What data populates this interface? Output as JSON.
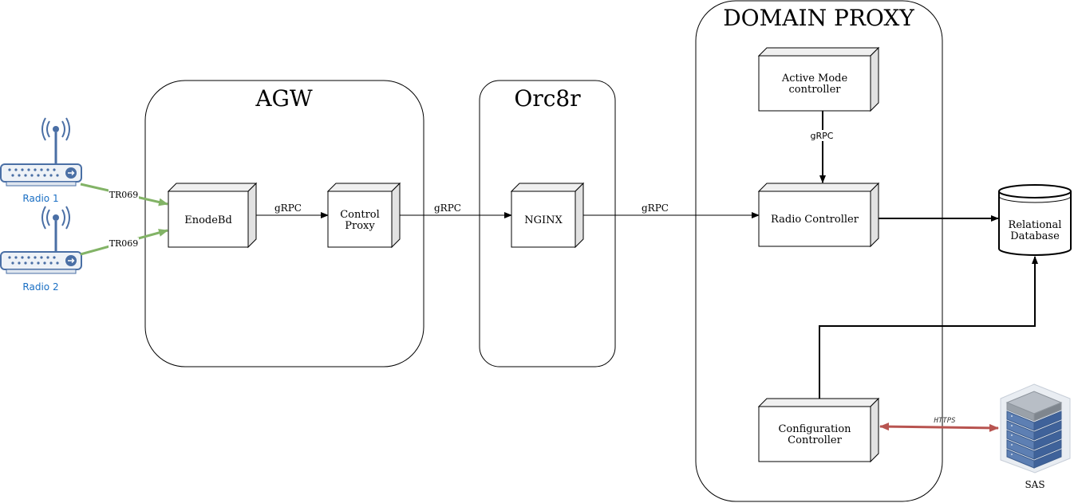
{
  "containers": {
    "agw": {
      "title": "AGW"
    },
    "orc8r": {
      "title": "Orc8r"
    },
    "domain_proxy": {
      "title": "DOMAIN PROXY"
    }
  },
  "components": {
    "enodebd": {
      "label": "EnodeBd"
    },
    "control_proxy": {
      "line1": "Control",
      "line2": "Proxy"
    },
    "nginx": {
      "label": "NGINX"
    },
    "active_mode": {
      "line1": "Active Mode",
      "line2": "controller"
    },
    "radio_controller": {
      "label": "Radio Controller"
    },
    "configuration_controller": {
      "line1": "Configuration",
      "line2": "Controller"
    },
    "relational_database": {
      "line1": "Relational",
      "line2": "Database"
    },
    "sas": {
      "label": "SAS"
    }
  },
  "radios": [
    {
      "label": "Radio 1"
    },
    {
      "label": "Radio 2"
    }
  ],
  "edges": {
    "tr069_1": "TR069",
    "tr069_2": "TR069",
    "grpc_enodebd_proxy": "gRPC",
    "grpc_proxy_nginx": "gRPC",
    "grpc_nginx_radio": "gRPC",
    "grpc_active_radio": "gRPC",
    "https": "HTTPS"
  },
  "colors": {
    "tr069_edge": "#82b366",
    "https_edge": "#b85450",
    "radio_label": "#1a6fc4",
    "server_blue": "#4a6fa5"
  }
}
